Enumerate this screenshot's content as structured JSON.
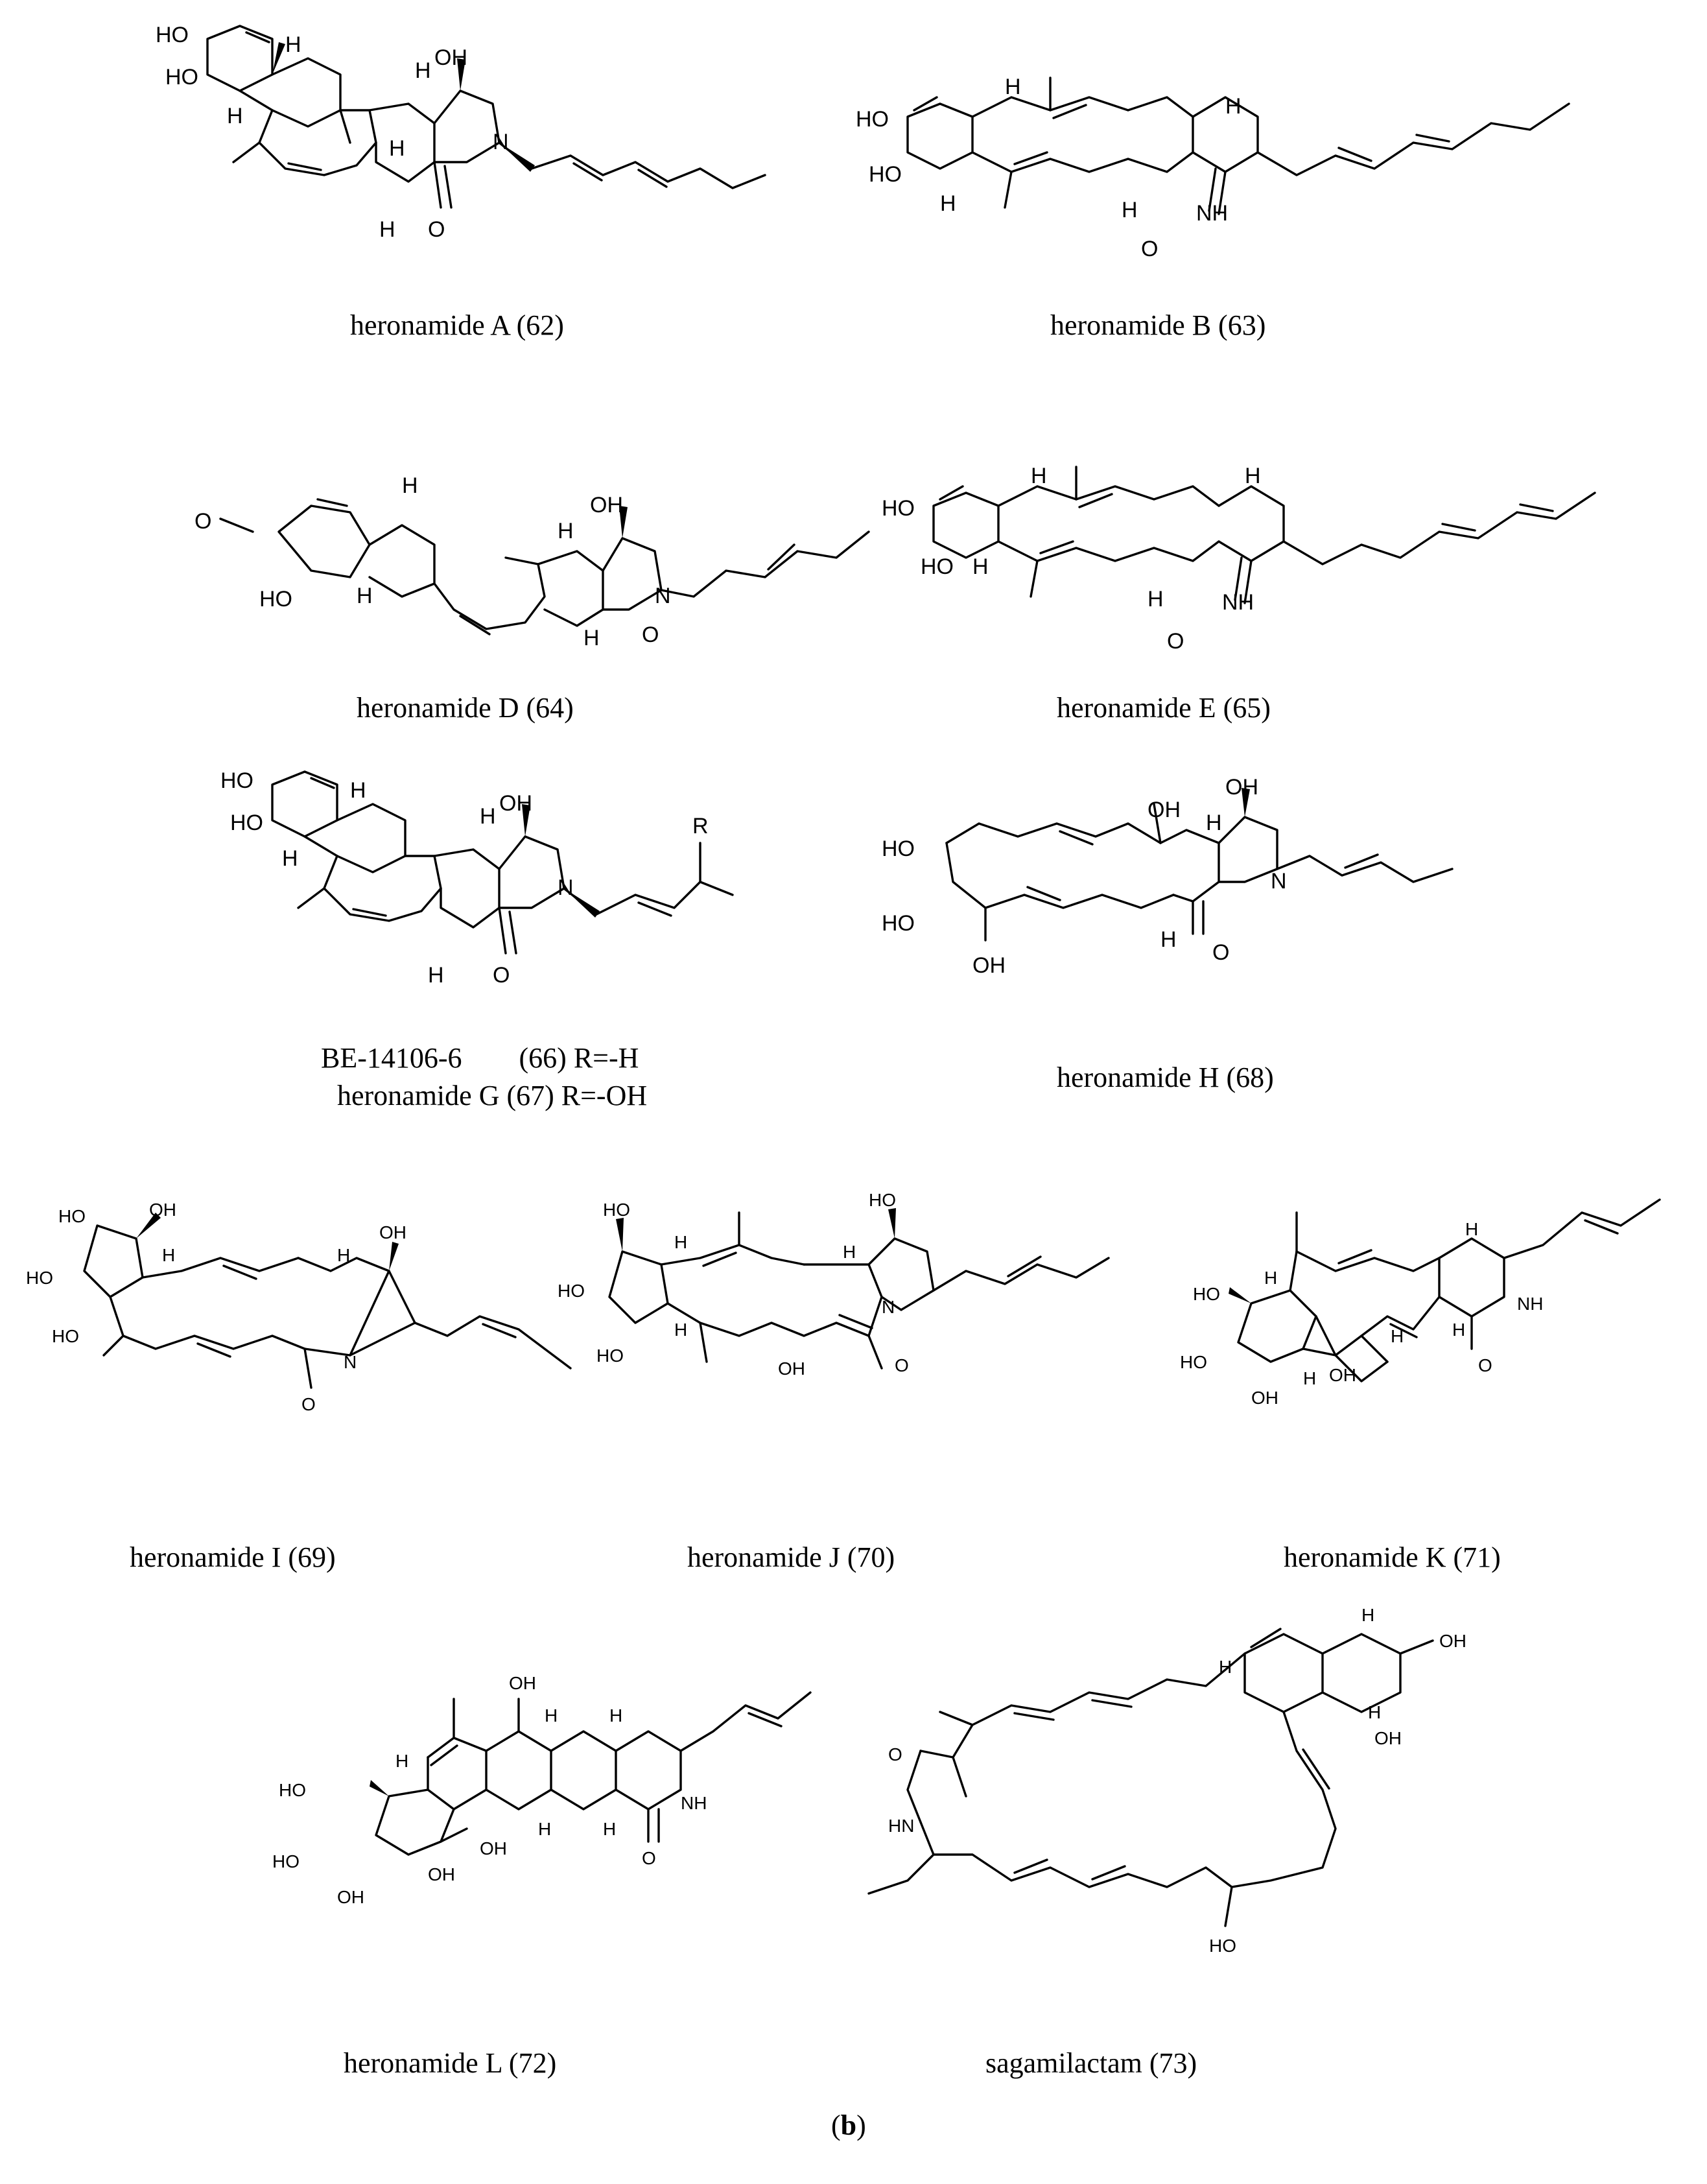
{
  "figure": {
    "panel_label_open": "(",
    "panel_label_letter": "b",
    "panel_label_close": ")"
  },
  "compounds": [
    {
      "id": "62",
      "caption": "heronamide A (62)"
    },
    {
      "id": "63",
      "caption": "heronamide B (63)"
    },
    {
      "id": "64",
      "caption": "heronamide D (64)"
    },
    {
      "id": "65",
      "caption": "heronamide E (65)"
    },
    {
      "id": "66-67",
      "caption_line1": "BE-14106-6        (66) R=-H",
      "caption_line2": "heronamide G (67) R=-OH"
    },
    {
      "id": "68",
      "caption": "heronamide H (68)"
    },
    {
      "id": "69",
      "caption": "heronamide I (69)"
    },
    {
      "id": "70",
      "caption": "heronamide J (70)"
    },
    {
      "id": "71",
      "caption": "heronamide K (71)"
    },
    {
      "id": "72",
      "caption": "heronamide L (72)"
    },
    {
      "id": "73",
      "caption": "sagamilactam (73)"
    }
  ],
  "atom_labels": {
    "HO": "HO",
    "OH": "OH",
    "H": "H",
    "N": "N",
    "NH": "NH",
    "HN": "HN",
    "O": "O",
    "R": "R"
  }
}
